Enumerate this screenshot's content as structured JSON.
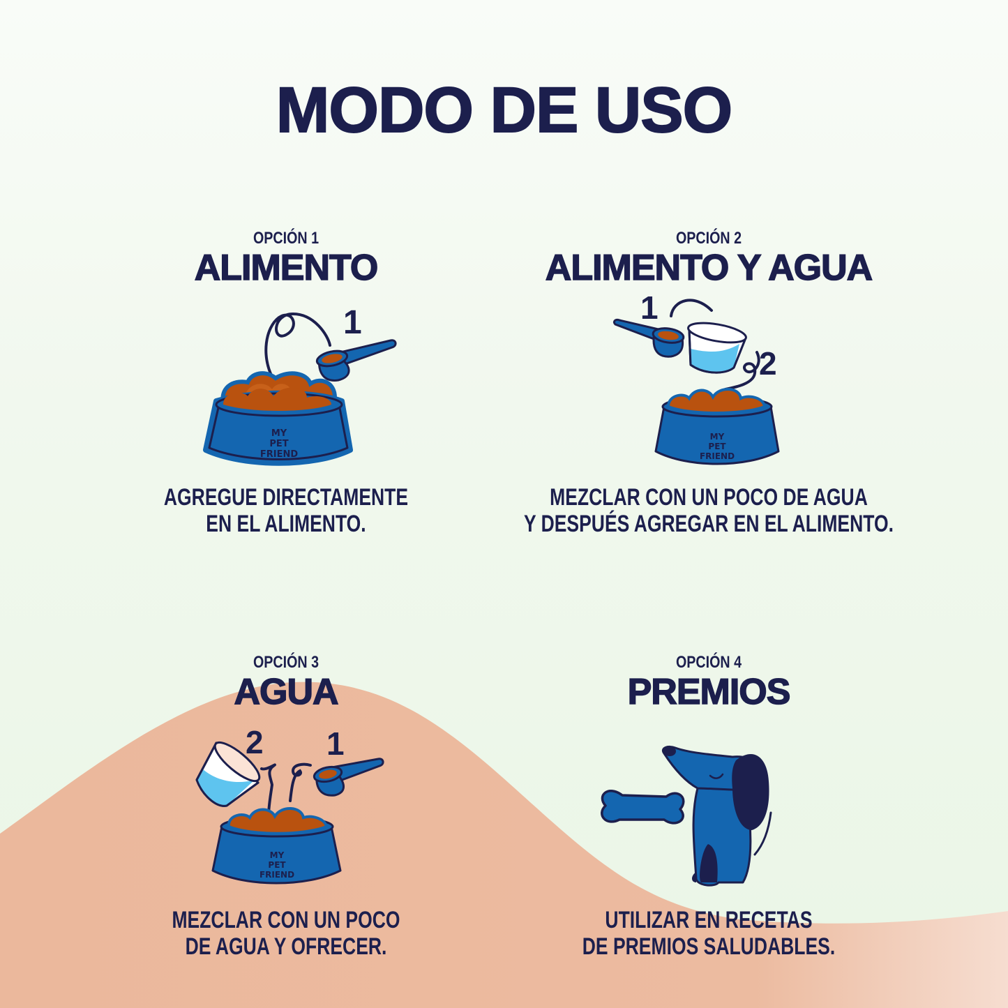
{
  "title": "MODO DE USO",
  "colors": {
    "navy": "#1c1f4d",
    "blue": "#1466b0",
    "blue_light": "#3a8fd6",
    "food": "#b9520f",
    "food_dark": "#8f3d0a",
    "water": "#5ec4ef",
    "background": "#eef7ea",
    "wave": "#ebb89c"
  },
  "options": [
    {
      "label": "OPCIÓN 1",
      "title": "ALIMENTO",
      "steps": [
        "1"
      ],
      "bowl_text": [
        "MY",
        "PET",
        "FRIEND"
      ],
      "description": [
        "AGREGUE DIRECTAMENTE",
        "EN EL ALIMENTO."
      ],
      "icon": "scoop-to-bowl-icon"
    },
    {
      "label": "OPCIÓN 2",
      "title": "ALIMENTO Y AGUA",
      "steps": [
        "1",
        "2"
      ],
      "bowl_text": [
        "MY",
        "PET",
        "FRIEND"
      ],
      "description": [
        "MEZCLAR CON UN POCO DE AGUA",
        "Y DESPUÉS AGREGAR EN EL ALIMENTO."
      ],
      "icon": "scoop-cup-bowl-icon"
    },
    {
      "label": "OPCIÓN 3",
      "title": "AGUA",
      "steps": [
        "2",
        "1"
      ],
      "bowl_text": [
        "MY",
        "PET",
        "FRIEND"
      ],
      "description": [
        "MEZCLAR CON UN POCO",
        "DE AGUA Y OFRECER."
      ],
      "icon": "cup-scoop-bowl-icon"
    },
    {
      "label": "OPCIÓN 4",
      "title": "PREMIOS",
      "description": [
        "UTILIZAR EN RECETAS",
        "DE PREMIOS SALUDABLES."
      ],
      "icon": "dog-bone-icon"
    }
  ]
}
